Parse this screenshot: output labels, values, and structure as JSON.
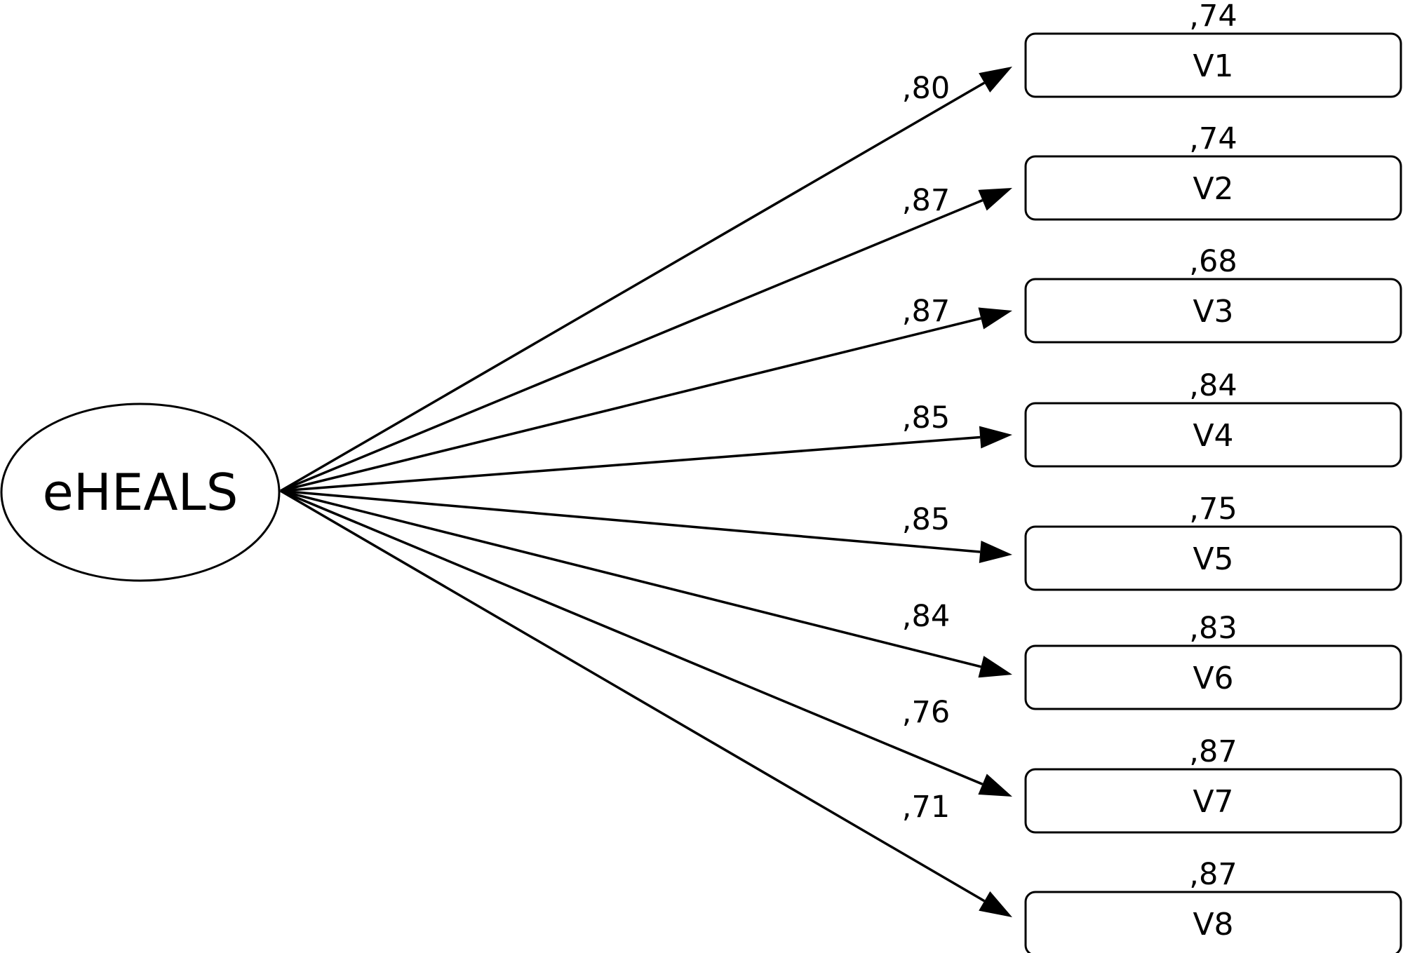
{
  "latent": {
    "label": "eHEALS"
  },
  "indicators": [
    {
      "label": "V1",
      "loading": ",80",
      "r2": ",74"
    },
    {
      "label": "V2",
      "loading": ",87",
      "r2": ",74"
    },
    {
      "label": "V3",
      "loading": ",87",
      "r2": ",68"
    },
    {
      "label": "V4",
      "loading": ",85",
      "r2": ",84"
    },
    {
      "label": "V5",
      "loading": ",85",
      "r2": ",75"
    },
    {
      "label": "V6",
      "loading": ",84",
      "r2": ",83"
    },
    {
      "label": "V7",
      "loading": ",76",
      "r2": ",87"
    },
    {
      "label": "V8",
      "loading": ",71",
      "r2": ",87"
    }
  ]
}
